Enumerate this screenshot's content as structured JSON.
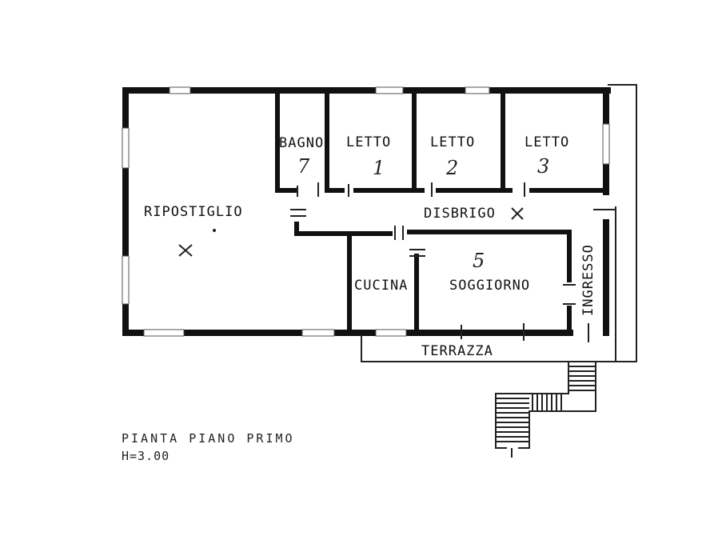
{
  "rooms": {
    "bagno": "BAGNO",
    "letto_1": "LETTO",
    "letto_2": "LETTO",
    "letto_3": "LETTO",
    "ripostiglio": "RIPOSTIGLIO",
    "disbrigo": "DISBRIGO",
    "cucina": "CUCINA",
    "soggiorno": "SOGGIORNO",
    "ingresso": "INGRESSO",
    "terrazza": "TERRAZZA"
  },
  "room_numbers": {
    "bagno": "7",
    "letto_1": "1",
    "letto_2": "2",
    "letto_3": "3",
    "soggiorno": "5"
  },
  "caption": {
    "title": "PIANTA PIANO PRIMO",
    "height": "H=3.00"
  }
}
